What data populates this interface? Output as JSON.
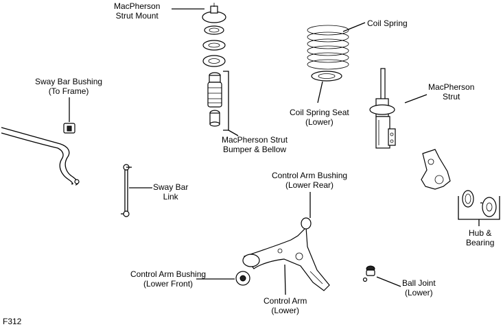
{
  "figure_id": "F312",
  "parts": {
    "strut_mount": [
      "MacPherson",
      "Strut Mount"
    ],
    "coil_spring": [
      "Coil Spring"
    ],
    "sway_bar_bushing": [
      "Sway Bar Bushing",
      "(To Frame)"
    ],
    "coil_spring_seat": [
      "Coil Spring Seat",
      "(Lower)"
    ],
    "macpherson_strut": [
      "MacPherson",
      "Strut"
    ],
    "bumper_bellow": [
      "MacPherson Strut",
      "Bumper & Bellow"
    ],
    "control_arm_bushing_rear": [
      "Control Arm Bushing",
      "(Lower Rear)"
    ],
    "sway_bar_link": [
      "Sway Bar",
      "Link"
    ],
    "hub_bearing": [
      "Hub &",
      "Bearing"
    ],
    "control_arm_bushing_front": [
      "Control Arm Bushing",
      "(Lower Front)"
    ],
    "ball_joint": [
      "Ball Joint",
      "(Lower)"
    ],
    "control_arm": [
      "Control Arm",
      "(Lower)"
    ]
  }
}
